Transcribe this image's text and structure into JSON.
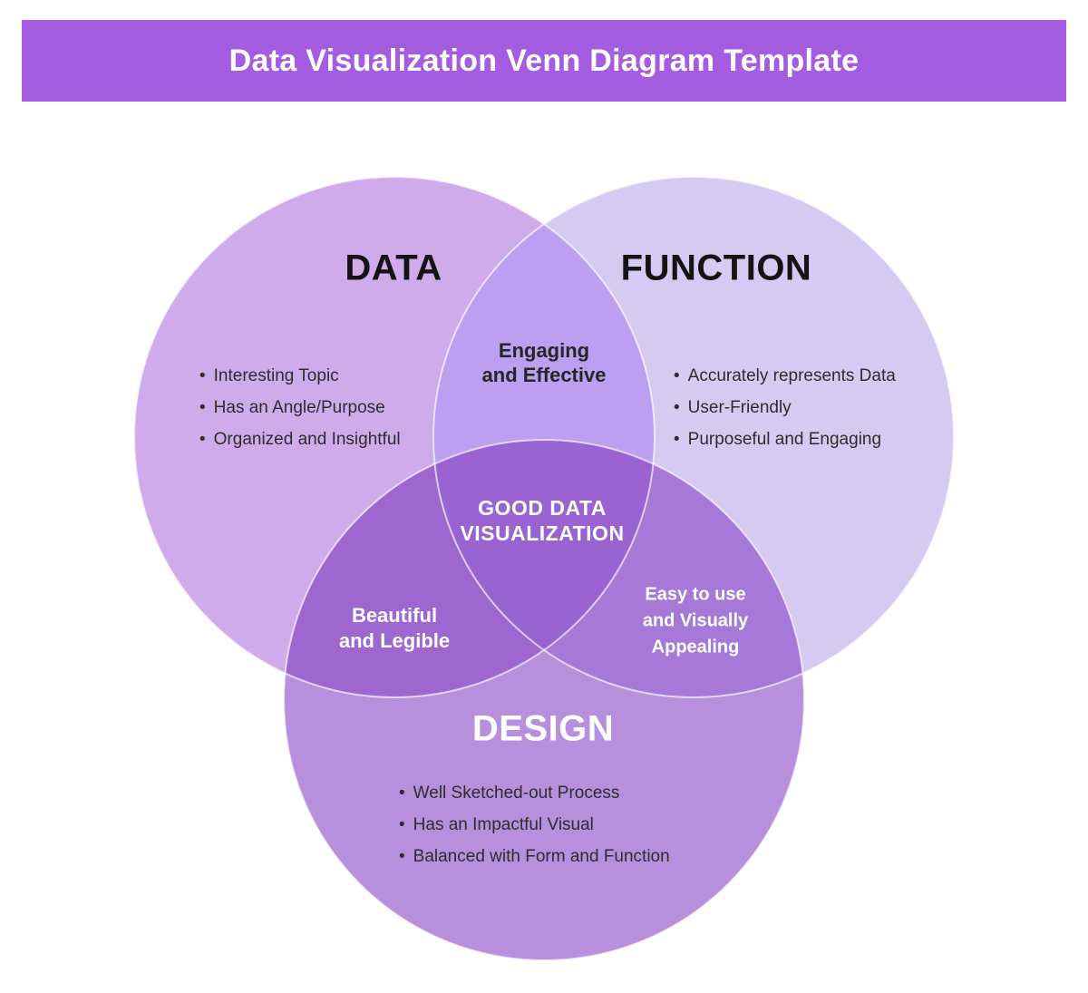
{
  "header": {
    "title": "Data Visualization Venn Diagram Template",
    "bg_color": "#a45ce0",
    "text_color": "#ffffff"
  },
  "venn": {
    "bullet_char": "•",
    "circles": {
      "data": {
        "label": "DATA",
        "bullets": [
          "Interesting Topic",
          "Has an Angle/Purpose",
          "Organized and Insightful"
        ]
      },
      "function": {
        "label": "FUNCTION",
        "bullets": [
          "Accurately represents Data",
          "User-Friendly",
          "Purposeful and Engaging"
        ]
      },
      "design": {
        "label": "DESIGN",
        "bullets": [
          "Well Sketched-out Process",
          "Has an Impactful Visual",
          "Balanced with Form and Function"
        ]
      }
    },
    "overlaps": {
      "data_function": {
        "lines": [
          "Engaging",
          "and Effective"
        ]
      },
      "data_design": {
        "lines": [
          "Beautiful",
          "and Legible"
        ]
      },
      "function_design": {
        "lines": [
          "Easy to use",
          "and Visually",
          "Appealing"
        ]
      },
      "center": {
        "lines": [
          "GOOD DATA",
          "VISUALIZATION"
        ]
      }
    },
    "regions": {
      "data_only": "#d0abec",
      "function_only": "#d5cbf2",
      "design_only": "#b78fdd",
      "data_function": "#bc9ff0",
      "data_design": "#9d67cf",
      "function_design": "#a678d7",
      "center": "#9a63d2"
    }
  }
}
